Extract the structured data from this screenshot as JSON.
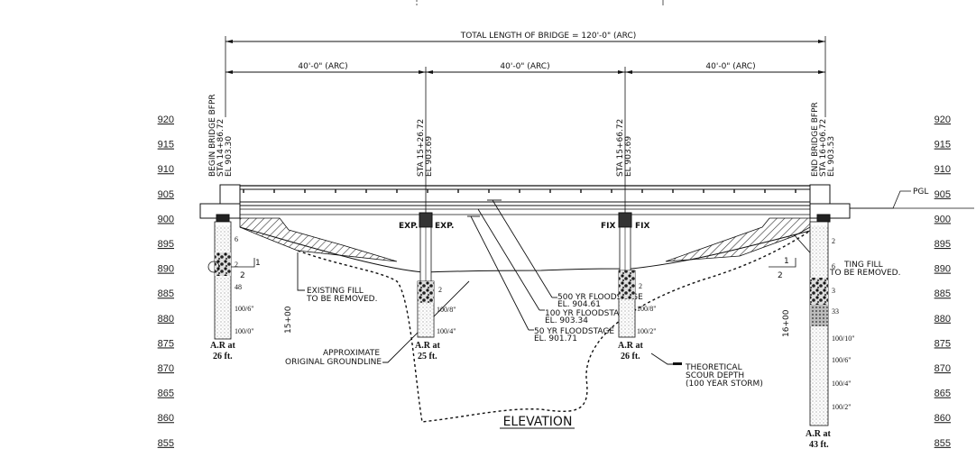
{
  "title": "ELEVATION",
  "total_length": "TOTAL LENGTH OF BRIDGE = 120'-0\" (ARC)",
  "spans": [
    "40'-0\" (ARC)",
    "40'-0\" (ARC)",
    "40'-0\" (ARC)"
  ],
  "elevation_ticks": [
    "920",
    "915",
    "910",
    "905",
    "900",
    "895",
    "890",
    "885",
    "880",
    "875",
    "870",
    "865",
    "860",
    "855"
  ],
  "stations": [
    {
      "name": "BEGIN BRIDGE BFPR",
      "sta": "STA 14+86.72",
      "el": "EL 903.30"
    },
    {
      "name": "",
      "sta": "STA 15+26.72",
      "el": "EL 903.69"
    },
    {
      "name": "",
      "sta": "STA 15+66.72",
      "el": "EL 903.69"
    },
    {
      "name": "END BRIDGE BFPR",
      "sta": "STA 16+06.72",
      "el": "EL 903.53"
    }
  ],
  "bearings": {
    "pier1_left": "EXP.",
    "pier1_right": "EXP.",
    "pier2_left": "FIX",
    "pier2_right": "FIX"
  },
  "pgl": "PGL",
  "notes": {
    "existing_fill_left": [
      "EXISTING FILL",
      "TO BE REMOVED."
    ],
    "existing_fill_right": [
      "TING FILL",
      "TO BE REMOVED."
    ],
    "groundline": [
      "APPROXIMATE",
      "ORIGINAL GROUNDLINE"
    ],
    "flood500": [
      "500 YR FLOODSTAGE",
      "EL. 904.61"
    ],
    "flood100": [
      "100 YR FLOODSTAGE",
      "EL. 903.34"
    ],
    "flood50": [
      "50 YR FLOODSTAGE",
      "EL. 901.71"
    ],
    "scour": [
      "THEORETICAL",
      "SCOUR DEPTH",
      "(100 YEAR STORM)"
    ],
    "sta_15": "15+00",
    "sta_16": "16+00",
    "slope_h": "2",
    "slope_v": "1"
  },
  "borings": [
    {
      "labels": [
        "6",
        "2",
        "48",
        "100/6\"",
        "100/0\""
      ],
      "ar": [
        "A.R at",
        "26 ft."
      ]
    },
    {
      "labels": [
        "2",
        "100/8\"",
        "100/4\""
      ],
      "ar": [
        "A.R at",
        "25 ft."
      ]
    },
    {
      "labels": [
        "2",
        "100/8\"",
        "100/2\""
      ],
      "ar": [
        "A.R at",
        "26 ft."
      ]
    },
    {
      "labels": [
        "2",
        "6",
        "3",
        "33",
        "100/10\"",
        "100/6\"",
        "100/4\"",
        "100/2\""
      ],
      "ar": [
        "A.R at",
        "43 ft."
      ]
    }
  ]
}
